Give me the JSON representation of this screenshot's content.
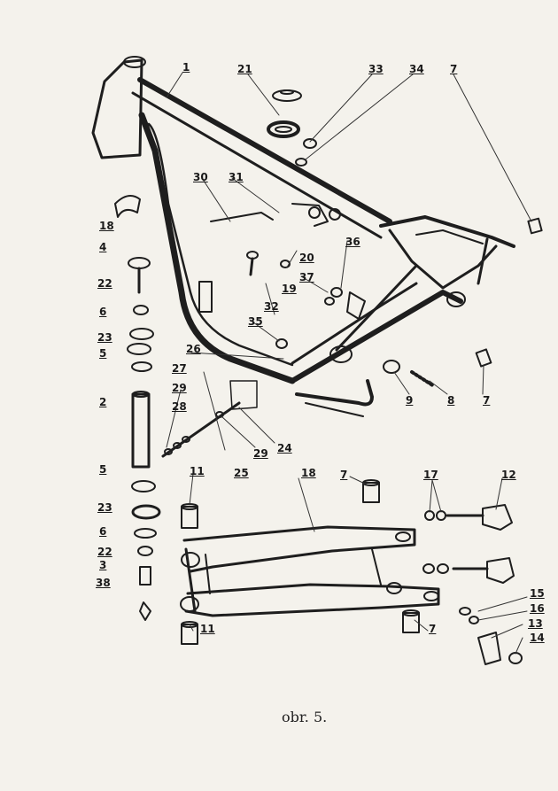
{
  "caption": "obr. 5.",
  "labels": {
    "p1": "1",
    "p21": "21",
    "p33": "33",
    "p34": "34",
    "p7_top": "7",
    "p18_top": "18",
    "p30": "30",
    "p31": "31",
    "p4": "4",
    "p20": "20",
    "p36": "36",
    "p22_a": "22",
    "p19": "19",
    "p37": "37",
    "p32": "32",
    "p6_a": "6",
    "p23_a": "23",
    "p35": "35",
    "p26": "26",
    "p5_a": "5",
    "p27": "27",
    "p29_a": "29",
    "p2": "2",
    "p28_a": "28",
    "p9": "9",
    "p8": "8",
    "p7_right": "7",
    "p25": "25",
    "p29_b": "29",
    "p24": "24",
    "p11_top": "11",
    "p18_arm": "18",
    "p7_arm_top": "7",
    "p17": "17",
    "p12": "12",
    "p5_b": "5",
    "p23_b": "23",
    "p6_b": "6",
    "p22_b": "22",
    "p3": "3",
    "p38": "38",
    "p15": "15",
    "p16": "16",
    "p7_arm_bot": "7",
    "p13": "13",
    "p14": "14",
    "p11_bot": "11"
  },
  "colors": {
    "ink": "#1e1e1e",
    "paper": "#f4f2ec"
  }
}
